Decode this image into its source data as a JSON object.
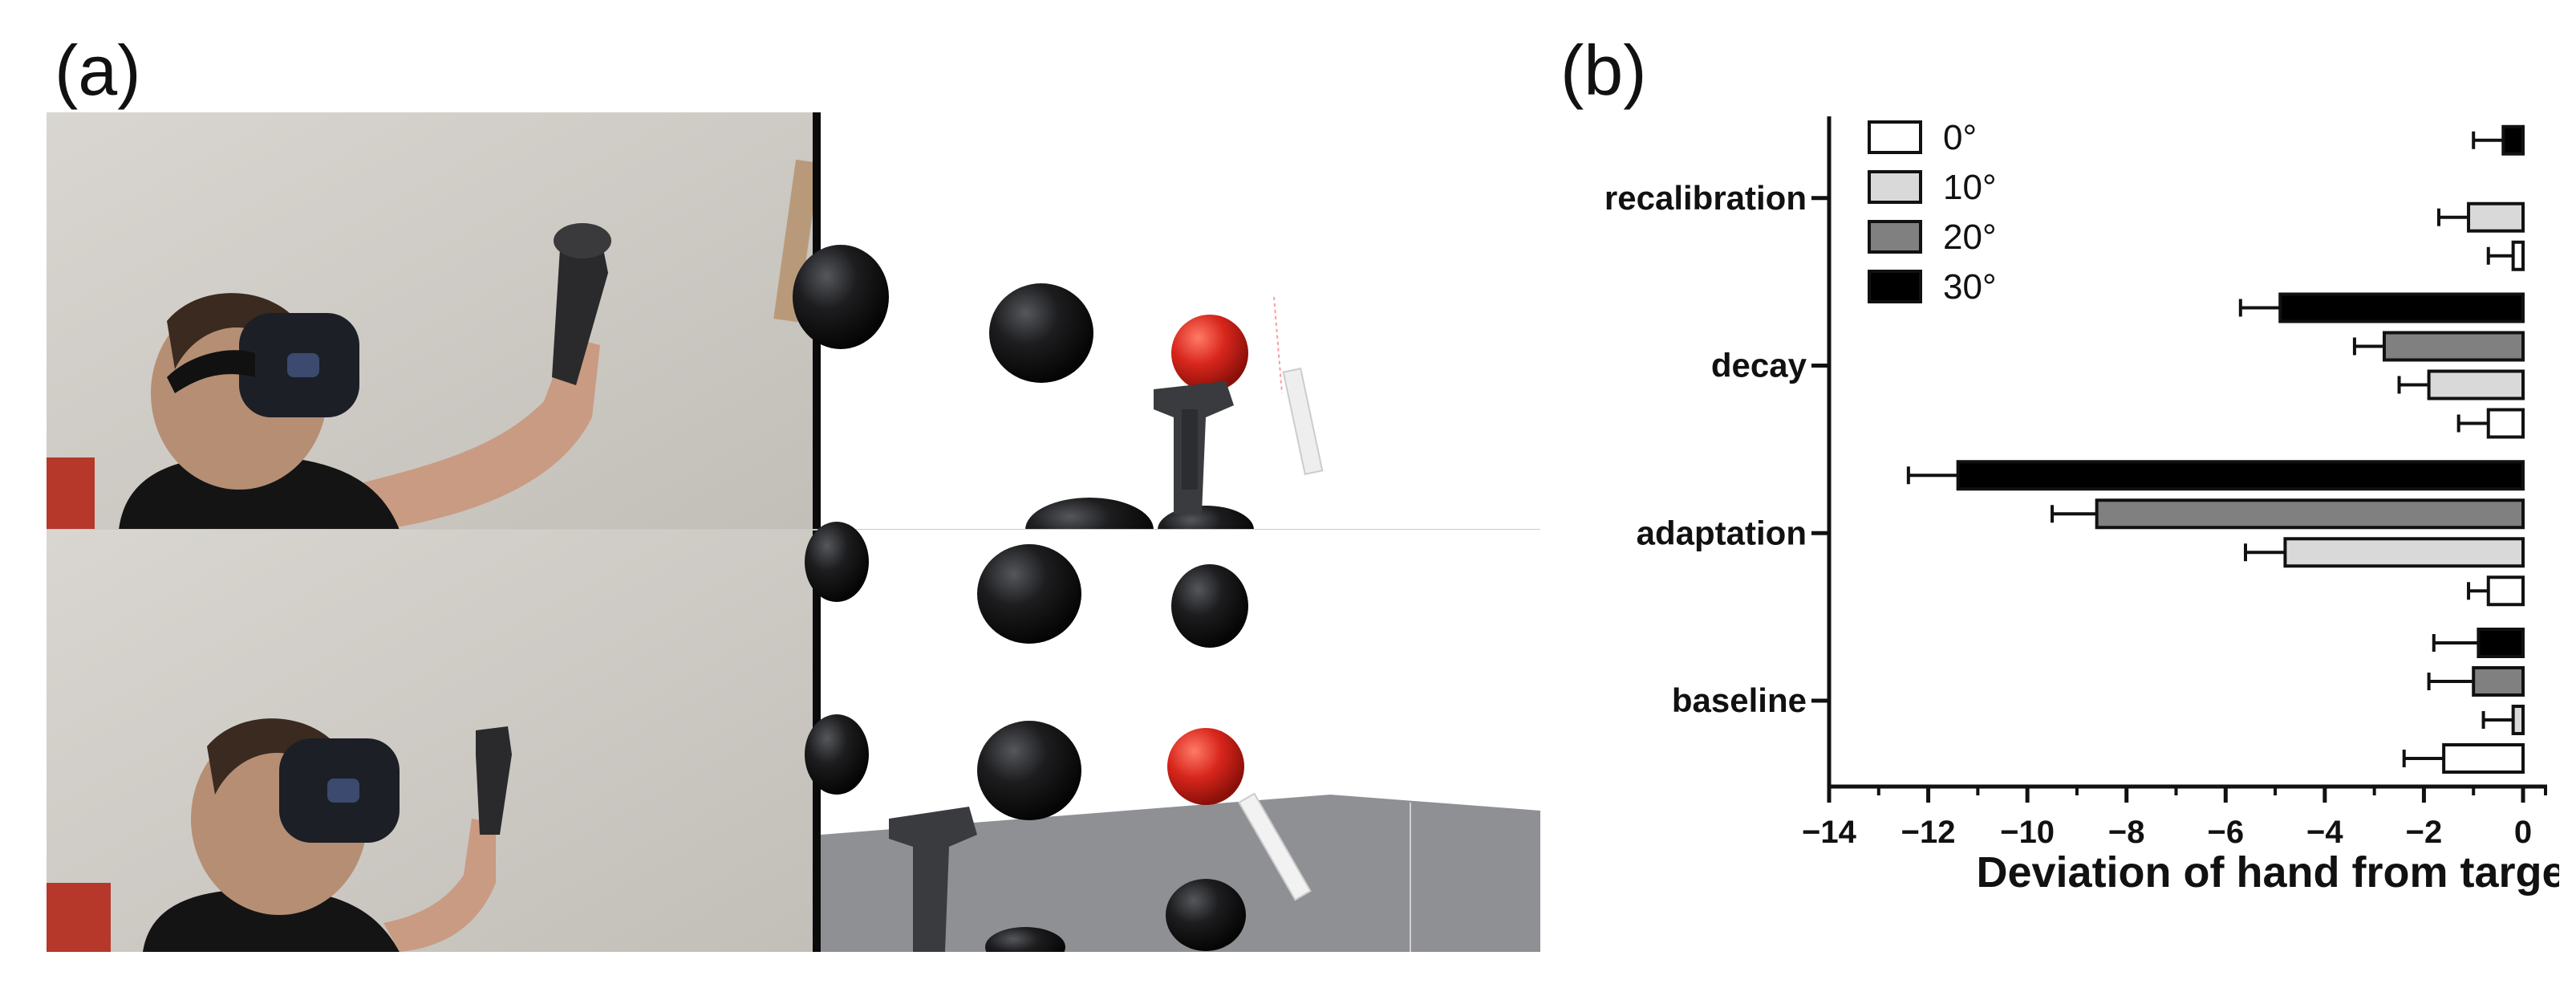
{
  "panels": {
    "a_label": "(a)",
    "b_label": "(b)"
  },
  "colors": {
    "white_bar": "#ffffff",
    "light_bar": "#d9d9d9",
    "mid_bar": "#808080",
    "dark_bar": "#000000",
    "wall": "#cfcbc6",
    "vr_floor": "#8e9094",
    "ball_dark": "#1d1d1f",
    "ball_red": "#d8261c"
  },
  "icons": {
    "headset_user": "vr-user-photo",
    "vr_scene": "vr-scene-render"
  },
  "chart_data": {
    "type": "bar",
    "orientation": "horizontal",
    "title": "",
    "xlabel": "Deviation of hand from target",
    "ylabel": "",
    "xlim": [
      -14,
      0
    ],
    "xticks": [
      -14,
      -12,
      -10,
      -8,
      -6,
      -4,
      -2,
      0
    ],
    "xtick_labels": [
      "−14",
      "−12",
      "−10",
      "−8",
      "−6",
      "−4",
      "−2",
      "0"
    ],
    "categories": [
      "baseline",
      "adaptation",
      "decay",
      "recalibration"
    ],
    "legend_position": "top-left",
    "grid": false,
    "error_bars": true,
    "series": [
      {
        "name": "0°",
        "color": "#ffffff",
        "values": [
          -1.6,
          -0.7,
          -0.7,
          -0.2
        ],
        "errors": [
          0.8,
          0.4,
          0.6,
          0.5
        ]
      },
      {
        "name": "10°",
        "color": "#d9d9d9",
        "values": [
          -0.2,
          -4.8,
          -1.9,
          -1.1
        ],
        "errors": [
          0.6,
          0.8,
          0.6,
          0.6
        ]
      },
      {
        "name": "20°",
        "color": "#808080",
        "values": [
          -1.0,
          -8.6,
          -2.8,
          0.0
        ],
        "errors": [
          0.9,
          0.9,
          0.6,
          0.0
        ]
      },
      {
        "name": "30°",
        "color": "#000000",
        "values": [
          -0.9,
          -11.4,
          -4.9,
          -0.4
        ],
        "errors": [
          0.9,
          1.0,
          0.8,
          0.6
        ]
      }
    ]
  }
}
